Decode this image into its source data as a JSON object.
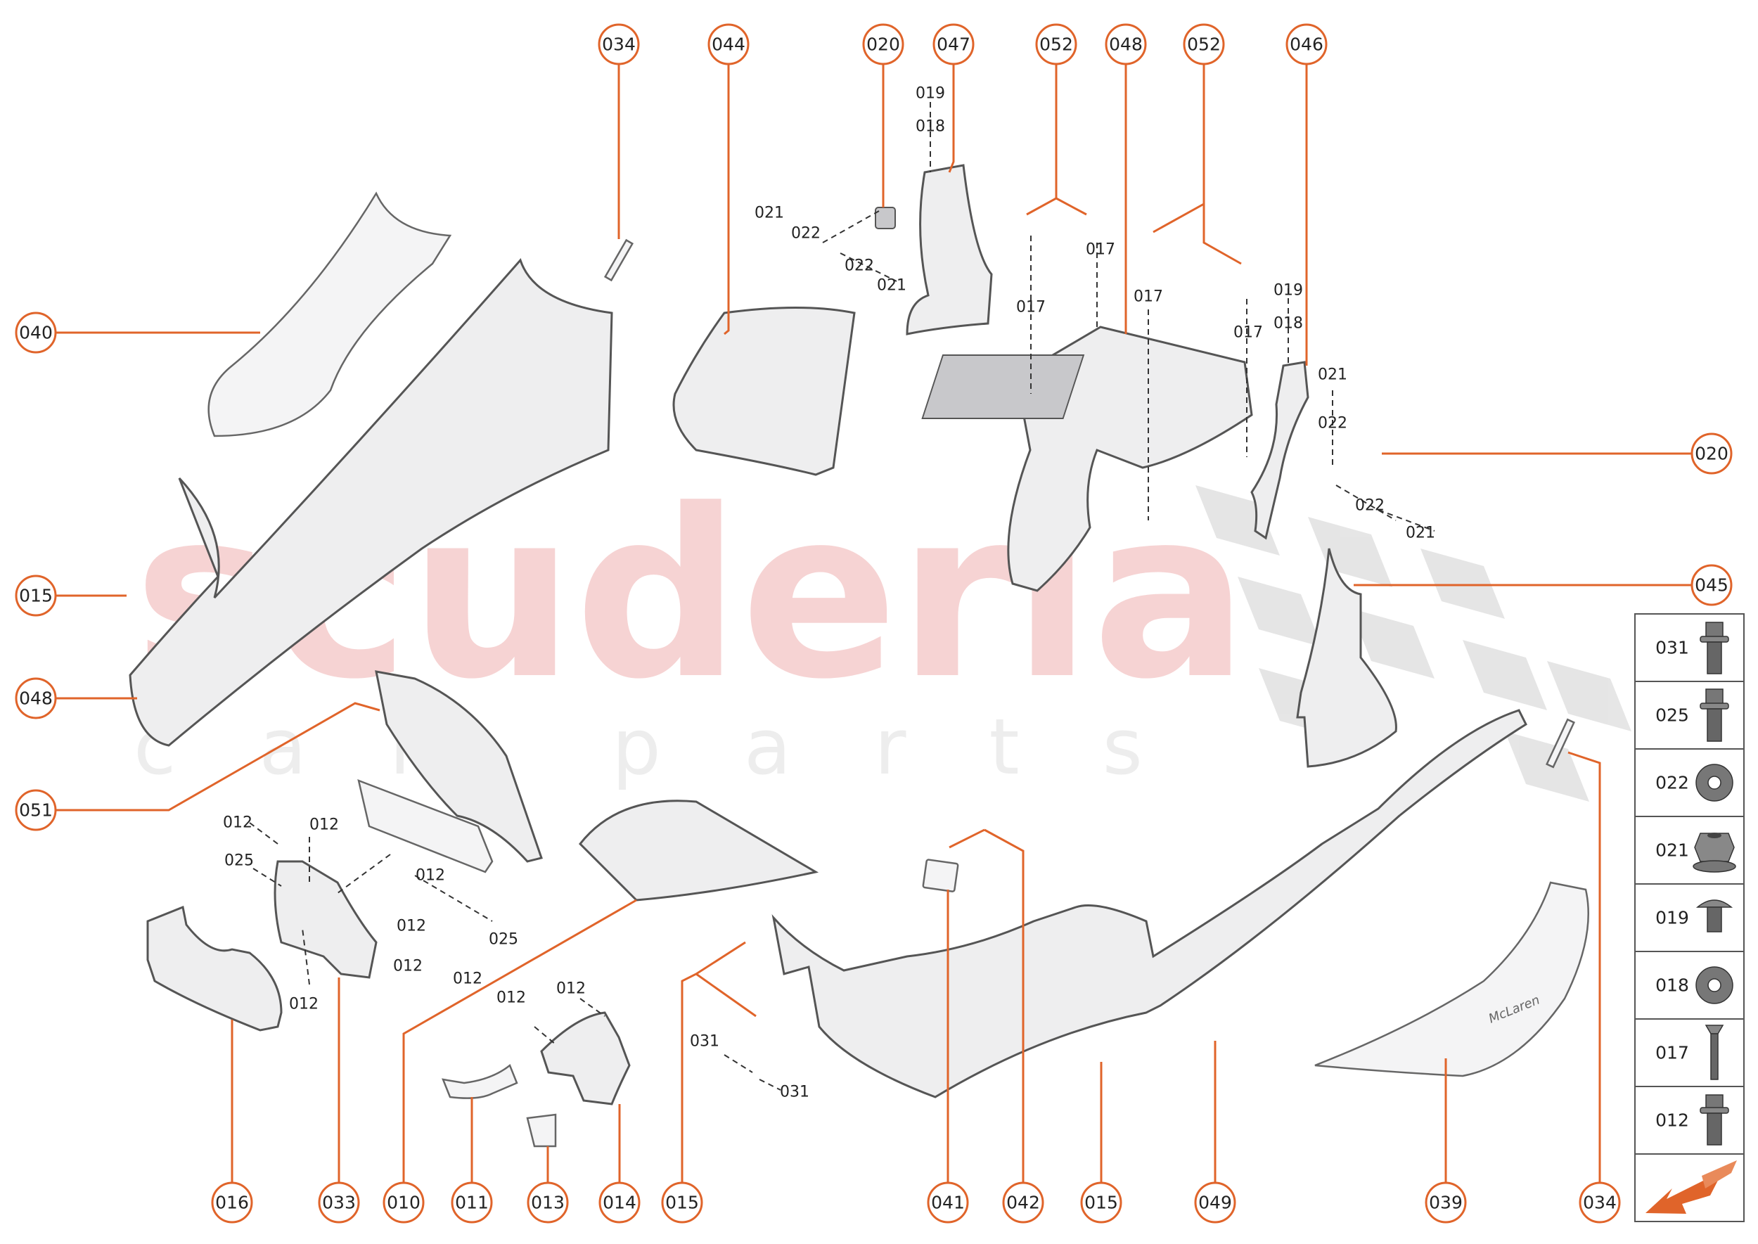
{
  "watermark": {
    "brand": "scuderia",
    "sub": "car parts",
    "color": "#f4c6c6"
  },
  "colors": {
    "callout": "#e0642a",
    "part": "#eeeeef",
    "arrow": "#e0642a"
  },
  "callouts": [
    {
      "id": "c040",
      "label": "040"
    },
    {
      "id": "c015a",
      "label": "015"
    },
    {
      "id": "c048a",
      "label": "048"
    },
    {
      "id": "c051",
      "label": "051"
    },
    {
      "id": "c034t",
      "label": "034"
    },
    {
      "id": "c044",
      "label": "044"
    },
    {
      "id": "c020t",
      "label": "020"
    },
    {
      "id": "c047",
      "label": "047"
    },
    {
      "id": "c052a",
      "label": "052"
    },
    {
      "id": "c048t",
      "label": "048"
    },
    {
      "id": "c052b",
      "label": "052"
    },
    {
      "id": "c046",
      "label": "046"
    },
    {
      "id": "c020r",
      "label": "020"
    },
    {
      "id": "c045",
      "label": "045"
    },
    {
      "id": "c016",
      "label": "016"
    },
    {
      "id": "c033",
      "label": "033"
    },
    {
      "id": "c010",
      "label": "010"
    },
    {
      "id": "c011",
      "label": "011"
    },
    {
      "id": "c013",
      "label": "013"
    },
    {
      "id": "c014",
      "label": "014"
    },
    {
      "id": "c015b",
      "label": "015"
    },
    {
      "id": "c041",
      "label": "041"
    },
    {
      "id": "c042",
      "label": "042"
    },
    {
      "id": "c015c",
      "label": "015"
    },
    {
      "id": "c049",
      "label": "049"
    },
    {
      "id": "c039",
      "label": "039"
    },
    {
      "id": "c034b",
      "label": "034"
    }
  ],
  "sublabels": [
    {
      "id": "s019a",
      "label": "019"
    },
    {
      "id": "s018a",
      "label": "018"
    },
    {
      "id": "s021a",
      "label": "021"
    },
    {
      "id": "s022a",
      "label": "022"
    },
    {
      "id": "s022b",
      "label": "022"
    },
    {
      "id": "s021b",
      "label": "021"
    },
    {
      "id": "s017a",
      "label": "017"
    },
    {
      "id": "s017b",
      "label": "017"
    },
    {
      "id": "s017c",
      "label": "017"
    },
    {
      "id": "s017d",
      "label": "017"
    },
    {
      "id": "s019b",
      "label": "019"
    },
    {
      "id": "s018b",
      "label": "018"
    },
    {
      "id": "s021c",
      "label": "021"
    },
    {
      "id": "s022c",
      "label": "022"
    },
    {
      "id": "s022d",
      "label": "022"
    },
    {
      "id": "s021d",
      "label": "021"
    },
    {
      "id": "s012a",
      "label": "012"
    },
    {
      "id": "s012b",
      "label": "012"
    },
    {
      "id": "s025a",
      "label": "025"
    },
    {
      "id": "s012c",
      "label": "012"
    },
    {
      "id": "s012d",
      "label": "012"
    },
    {
      "id": "s025b",
      "label": "025"
    },
    {
      "id": "s012e",
      "label": "012"
    },
    {
      "id": "s012f",
      "label": "012"
    },
    {
      "id": "s012g",
      "label": "012"
    },
    {
      "id": "s012h",
      "label": "012"
    },
    {
      "id": "s012i",
      "label": "012"
    },
    {
      "id": "s031a",
      "label": "031"
    },
    {
      "id": "s031b",
      "label": "031"
    }
  ],
  "legend": [
    {
      "code": "031",
      "icon": "flange-bolt-icon"
    },
    {
      "code": "025",
      "icon": "flange-bolt-icon"
    },
    {
      "code": "022",
      "icon": "washer-icon"
    },
    {
      "code": "021",
      "icon": "flange-nut-icon"
    },
    {
      "code": "019",
      "icon": "button-screw-icon"
    },
    {
      "code": "018",
      "icon": "washer-icon"
    },
    {
      "code": "017",
      "icon": "countersunk-screw-icon"
    },
    {
      "code": "012",
      "icon": "flange-bolt-icon"
    }
  ],
  "parts_logo_text": "McLaren"
}
